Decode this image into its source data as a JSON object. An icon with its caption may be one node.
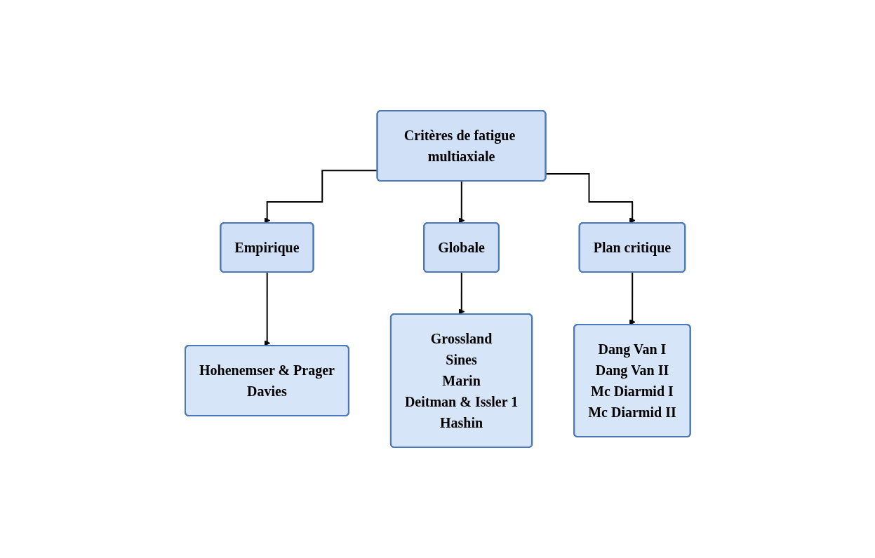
{
  "diagram": {
    "nodes": [
      {
        "text": [
          "Critères de fatigue multiaxiale"
        ]
      },
      {
        "text": [
          "Empirique"
        ]
      },
      {
        "text": [
          "Globale"
        ]
      },
      {
        "text": [
          "Plan critique"
        ]
      },
      {
        "text": [
          "Hohenemser & Prager",
          "Davies"
        ]
      },
      {
        "text": [
          "Grossland",
          "Sines",
          "Marin",
          "Deitman & Issler 1",
          "Hashin"
        ]
      },
      {
        "text": [
          "Dang Van I",
          "Dang Van II",
          "Mc Diarmid I",
          "Mc Diarmid II"
        ]
      }
    ],
    "edges": [
      {
        "from": 0,
        "to": 1,
        "arrow": "to"
      },
      {
        "from": 0,
        "to": 2,
        "arrow": "to"
      },
      {
        "from": 0,
        "to": 3,
        "arrow": "to"
      },
      {
        "from": 1,
        "to": 4,
        "arrow": "to"
      },
      {
        "from": 2,
        "to": 5,
        "arrow": "to"
      },
      {
        "from": 3,
        "to": 6,
        "arrow": "to"
      }
    ]
  }
}
